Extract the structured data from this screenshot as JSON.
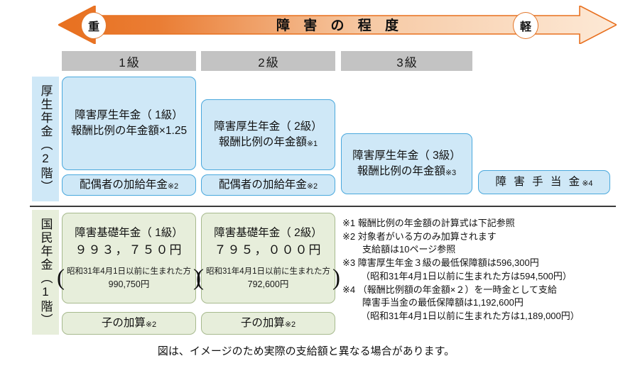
{
  "arrow": {
    "title": "障 害 の 程 度",
    "heavy_badge": "重",
    "light_badge": "軽"
  },
  "grade_headers": [
    {
      "label": "1級"
    },
    {
      "label": "2級"
    },
    {
      "label": "3級"
    }
  ],
  "tiers": {
    "kosei": "厚生年金（2階）",
    "kokumin": "国民年金（1階）"
  },
  "kosei_boxes": {
    "grade1": {
      "line1": "障害厚生年金（ 1級）",
      "line2": "報酬比例の年金額×1.25"
    },
    "grade2": {
      "line1": "障害厚生年金（ 2級）",
      "line2": "報酬比例の年金額",
      "note": "※1"
    },
    "grade3": {
      "line1": "障害厚生年金（ 3級）",
      "line2": "報酬比例の年金額",
      "note": "※3"
    },
    "allowance": {
      "label": "障 害 手 当 金",
      "note": "※4"
    },
    "spouse_grade1": {
      "label": "配偶者の加給年金",
      "note": "※2"
    },
    "spouse_grade2": {
      "label": "配偶者の加給年金",
      "note": "※2"
    }
  },
  "kokumin_boxes": {
    "grade1": {
      "title": "障害基礎年金（ 1級）",
      "amount": "９９３，７５０円",
      "paren_note": "昭和31年4月1日以前に生まれた方",
      "paren_amount": "990,750円"
    },
    "grade2": {
      "title": "障害基礎年金（ 2級）",
      "amount": "７９５，０００円",
      "paren_note": "昭和31年4月1日以前に生まれた方",
      "paren_amount": "792,600円"
    },
    "child_grade1": {
      "label": "子の加算",
      "note": "※2"
    },
    "child_grade2": {
      "label": "子の加算",
      "note": "※2"
    }
  },
  "footnotes": [
    {
      "text": "※1 報酬比例の年金額の計算式は下記参照",
      "indent": 0
    },
    {
      "text": "※2 対象者がいる方のみ加算されます",
      "indent": 0
    },
    {
      "text": "支給額は10ページ参照",
      "indent": 1
    },
    {
      "text": "※3 障害厚生年金３級の最低保障額は596,300円",
      "indent": 0
    },
    {
      "text": "（昭和31年4月1日以前に生まれた方は594,500円）",
      "indent": 2
    },
    {
      "text": "※4 （報酬比例額の年金額×２）を一時金として支給",
      "indent": 0
    },
    {
      "text": "障害手当金の最低保障額は1,192,600円",
      "indent": 1
    },
    {
      "text": "（昭和31年4月1日以前に生まれた方は1,189,000円）",
      "indent": 2
    }
  ],
  "caption": "図は、イメージのため実際の支給額と異なる場合があります。",
  "colors": {
    "arrow_dark": "#e8701f",
    "arrow_light": "#fbdfc6",
    "blue_fill": "#cfe8f7",
    "blue_border": "#49a8dd",
    "green_fill": "#e7eedb",
    "green_border": "#a7ba8e",
    "header_gray": "#c3c3c3"
  }
}
